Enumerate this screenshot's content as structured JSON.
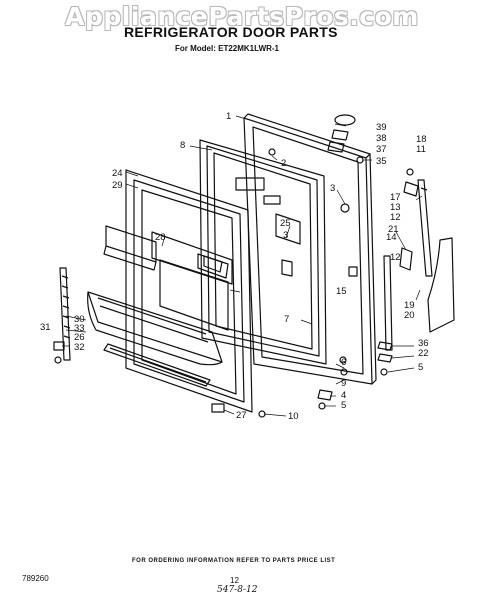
{
  "watermark": "AppliancePartsPros.com",
  "title": "REFRIGERATOR DOOR PARTS",
  "model": "For Model: ET22MK1LWR-1",
  "footer_note": "FOR ORDERING INFORMATION REFER TO PARTS PRICE LIST",
  "catalog_code": "789260",
  "page_number": "12",
  "handwritten_stamp": "547-8-12",
  "callouts": [
    "1",
    "2",
    "3",
    "3",
    "4",
    "5",
    "5",
    "6",
    "7",
    "8",
    "9",
    "10",
    "11",
    "12",
    "12",
    "13",
    "14",
    "15",
    "17",
    "18",
    "19",
    "20",
    "21",
    "22",
    "24",
    "25",
    "26",
    "27",
    "28",
    "29",
    "30",
    "31",
    "32",
    "33",
    "35",
    "36",
    "37",
    "38",
    "39"
  ]
}
